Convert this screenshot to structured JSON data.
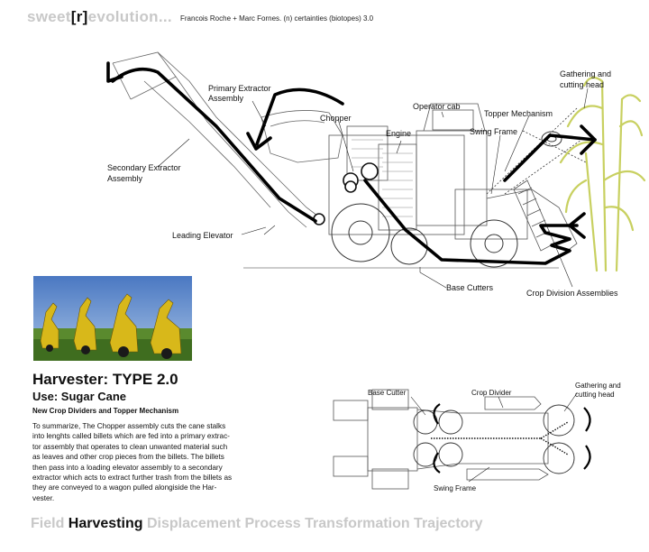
{
  "header": {
    "brand_pre": "sweet",
    "brand_mid": "[r]",
    "brand_post": "evolution...",
    "credit": "Francois Roche + Marc Fornes. (n) certainties (biotopes) 3.0"
  },
  "diagram": {
    "labels": {
      "primary_extractor_1": "Primary Extractor",
      "primary_extractor_2": "Assembly",
      "chopper": "Chopper",
      "operator_cab": "Operator cab",
      "engine": "Engine",
      "topper": "Topper Mechanism",
      "swing_frame": "Swing Frame",
      "gathering_1": "Gathering and",
      "gathering_2": "cutting head",
      "secondary_extractor_1": "Secondary Extractor",
      "secondary_extractor_2": "Assembly",
      "leading_elevator": "Leading Elevator",
      "base_cutters": "Base Cutters",
      "crop_division": "Crop Division Assemblies"
    }
  },
  "plan": {
    "labels": {
      "base_cutter": "Base Cutter",
      "crop_divider": "Crop Divider",
      "gathering_1": "Gathering and",
      "gathering_2": "cutting head",
      "swing_frame": "Swing Frame"
    }
  },
  "info": {
    "title": "Harvester: TYPE 2.0",
    "use": "Use: Sugar Cane",
    "subtitle": "New Crop Dividers and Topper Mechanism",
    "summary_lines": [
      "To summarize, The Chopper assembly cuts the cane stalks",
      "into lenghts called billets which are fed into a primary extrac-",
      "tor assembly that operates to clean unwanted material such",
      "as leaves and other crop pieces from the billets. The billets",
      "then pass into a loading elevator assembly to a secondary",
      "extractor which acts to extract further trash from the billets as",
      "they are conveyed to a wagon pulled alongiside the Har-",
      "vester."
    ]
  },
  "footer": {
    "w1": "Field",
    "w2": "Harvesting",
    "w3": "Displacement Process Transformation Trajectory"
  },
  "colors": {
    "accent_gray": "#c8c8c8",
    "photo_yellow": "#d8b81a",
    "cane_green": "#c8d060"
  }
}
